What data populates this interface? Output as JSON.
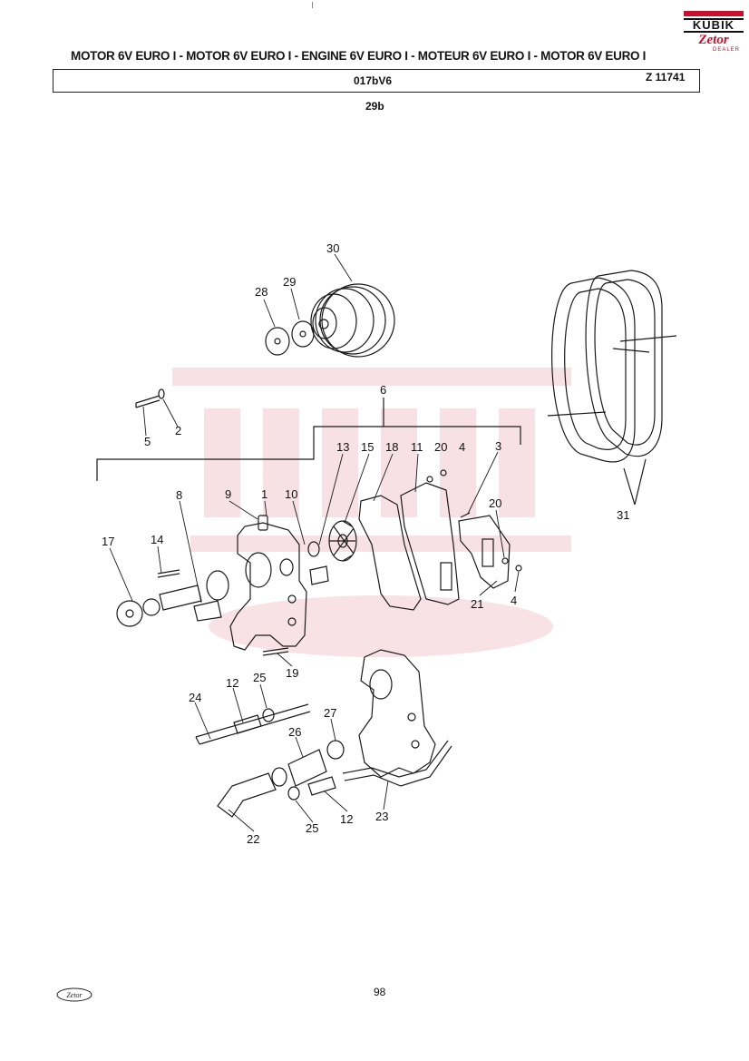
{
  "header": {
    "title_line": "MOTOR 6V EURO I - MOTOR 6V EURO I - ENGINE 6V EURO I - MOTEUR 6V EURO I - MOTOR 6V EURO I",
    "ref_code": "017bV6",
    "ref_id": "Z 11741",
    "figure_number": "29b"
  },
  "brand": {
    "dealer_logo_word": "KUBIK",
    "dealer_logo_brand": "Zetor",
    "dealer_logo_sub": "DEALER",
    "footer_logo": "Zetor",
    "accent_color": "#c8102e"
  },
  "page_number": "98",
  "callouts": [
    {
      "id": "c30",
      "label": "30"
    },
    {
      "id": "c28",
      "label": "28"
    },
    {
      "id": "c29",
      "label": "29"
    },
    {
      "id": "c6",
      "label": "6"
    },
    {
      "id": "c5",
      "label": "5"
    },
    {
      "id": "c2",
      "label": "2"
    },
    {
      "id": "c13",
      "label": "13"
    },
    {
      "id": "c15",
      "label": "15"
    },
    {
      "id": "c18",
      "label": "18"
    },
    {
      "id": "c11",
      "label": "11"
    },
    {
      "id": "c20a",
      "label": "20"
    },
    {
      "id": "c4a",
      "label": "4"
    },
    {
      "id": "c3",
      "label": "3"
    },
    {
      "id": "c8",
      "label": "8"
    },
    {
      "id": "c9",
      "label": "9"
    },
    {
      "id": "c1",
      "label": "1"
    },
    {
      "id": "c10",
      "label": "10"
    },
    {
      "id": "c20b",
      "label": "20"
    },
    {
      "id": "c17",
      "label": "17"
    },
    {
      "id": "c14",
      "label": "14"
    },
    {
      "id": "c21",
      "label": "21"
    },
    {
      "id": "c4b",
      "label": "4"
    },
    {
      "id": "c19",
      "label": "19"
    },
    {
      "id": "c12a",
      "label": "12"
    },
    {
      "id": "c25a",
      "label": "25"
    },
    {
      "id": "c24",
      "label": "24"
    },
    {
      "id": "c27",
      "label": "27"
    },
    {
      "id": "c26",
      "label": "26"
    },
    {
      "id": "c23",
      "label": "23"
    },
    {
      "id": "c22",
      "label": "22"
    },
    {
      "id": "c25b",
      "label": "25"
    },
    {
      "id": "c12b",
      "label": "12"
    },
    {
      "id": "c31",
      "label": "31"
    }
  ]
}
